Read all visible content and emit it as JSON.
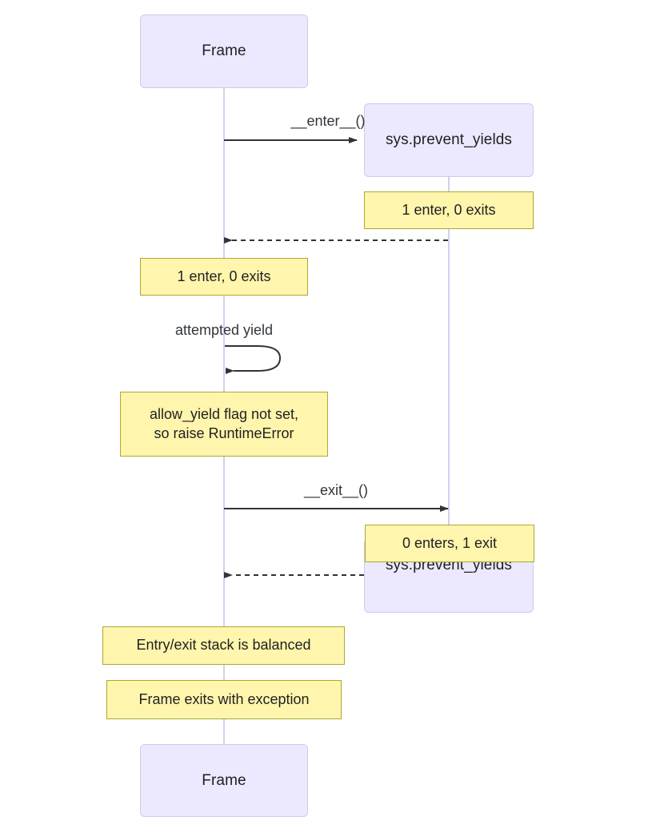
{
  "diagram": {
    "type": "sequence-diagram",
    "background": "#ffffff",
    "actor_fill": "#ECE8FD",
    "actor_stroke": "#d3c8f0",
    "note_fill": "#FFF5AD",
    "note_stroke": "#AAAA33",
    "lifeline_color": "#d6cdf2",
    "arrow_color": "#333333",
    "text_color": "#1f2020"
  },
  "participants": {
    "left_top_label": "Frame",
    "left_bottom_label": "Frame",
    "right_top_label": "sys.prevent_yields",
    "right_bottom_label": "sys.prevent_yields"
  },
  "messages": [
    {
      "label": "__enter__()",
      "from": "Frame",
      "to": "sys.prevent_yields",
      "style": "solid",
      "direction": "right"
    },
    {
      "label": "",
      "from": "sys.prevent_yields",
      "to": "Frame",
      "style": "dashed",
      "direction": "left"
    },
    {
      "label": "attempted yield",
      "from": "Frame",
      "to": "Frame",
      "style": "self-loop",
      "direction": "self"
    },
    {
      "label": "__exit__()",
      "from": "Frame",
      "to": "sys.prevent_yields",
      "style": "solid",
      "direction": "right"
    },
    {
      "label": "",
      "from": "sys.prevent_yields",
      "to": "Frame",
      "style": "dashed",
      "direction": "left"
    }
  ],
  "notes": [
    {
      "id": "note-right-1",
      "text": "1 enter, 0 exits",
      "side": "right"
    },
    {
      "id": "note-left-1",
      "text": "1 enter, 0 exits",
      "side": "left"
    },
    {
      "id": "note-left-2",
      "text": "allow_yield flag not set,\nso raise RuntimeError",
      "side": "left"
    },
    {
      "id": "note-right-2",
      "text": "0 enters, 1 exit",
      "side": "right"
    },
    {
      "id": "note-left-3",
      "text": "Entry/exit stack is balanced",
      "side": "left"
    },
    {
      "id": "note-left-4",
      "text": "Frame exits with exception",
      "side": "left"
    }
  ]
}
